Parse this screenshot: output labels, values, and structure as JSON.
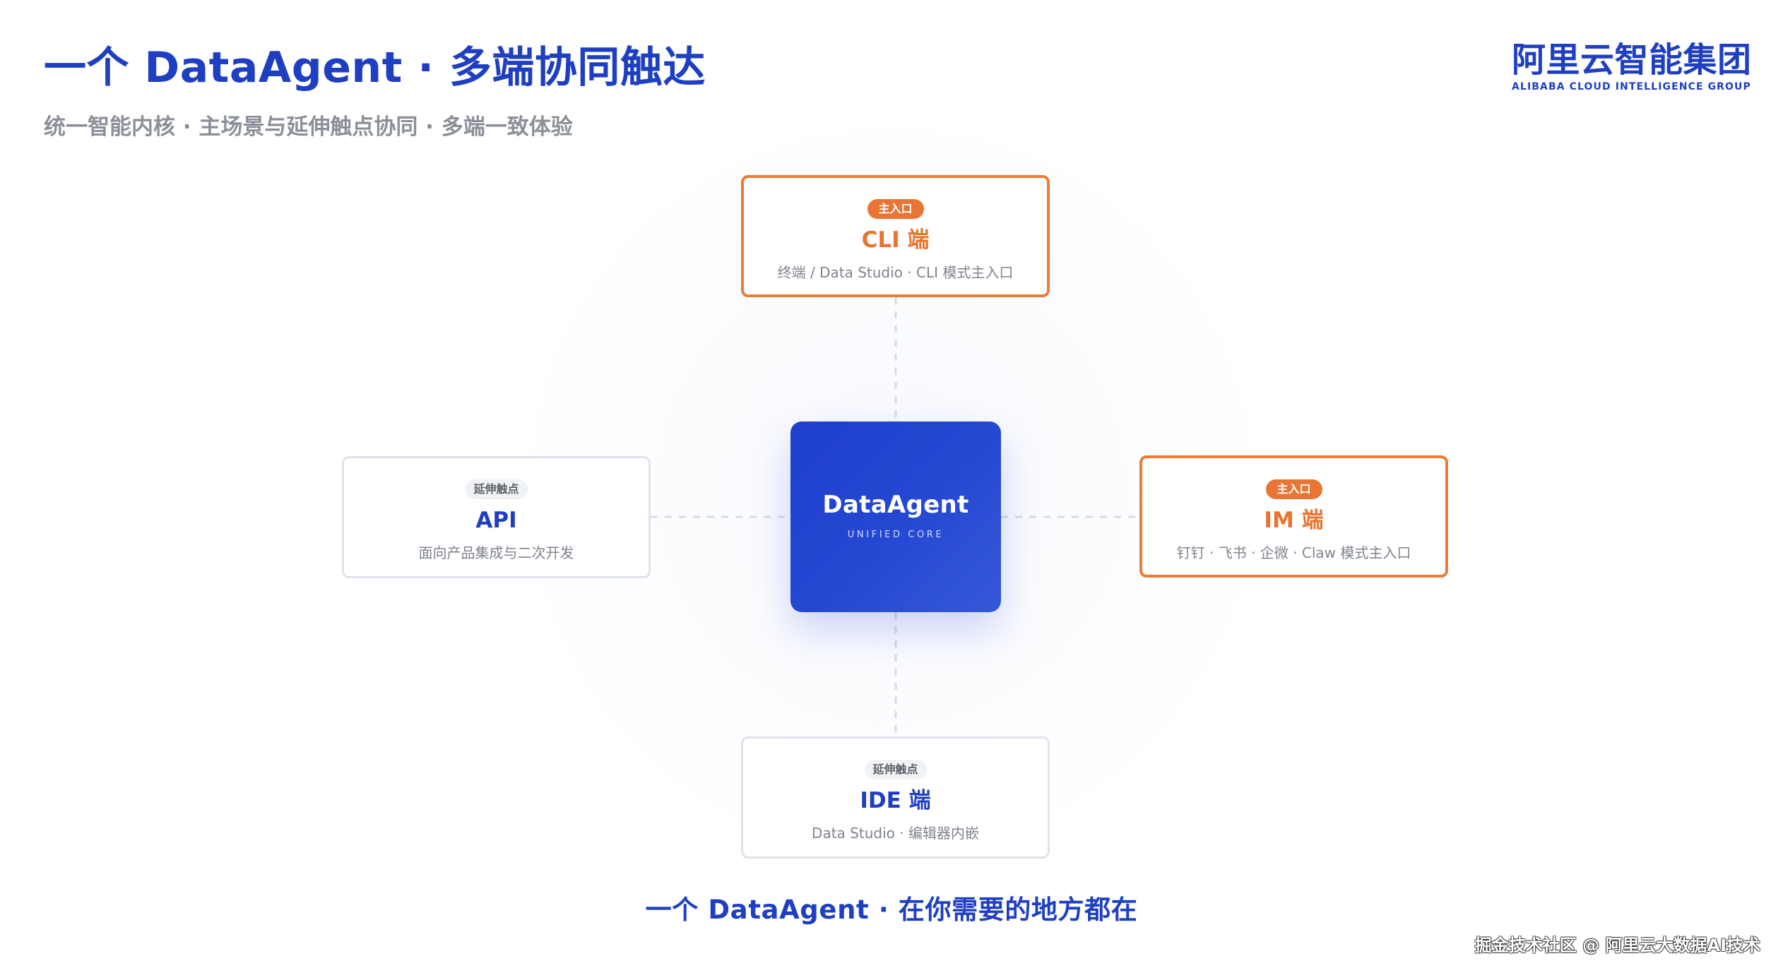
{
  "header": {
    "title": "一个 DataAgent · 多端协同触达",
    "subtitle": "统一智能内核 · 主场景与延伸触点协同 · 多端一致体验"
  },
  "brand": {
    "name_cn": "阿里云智能集团",
    "name_en": "ALIBABA CLOUD INTELLIGENCE GROUP"
  },
  "diagram": {
    "core": {
      "title": "DataAgent",
      "subtitle": "UNIFIED CORE"
    },
    "nodes": {
      "cli": {
        "badge": "主入口",
        "title": "CLI 端",
        "description": "终端 / Data Studio · CLI 模式主入口"
      },
      "api": {
        "badge": "延伸触点",
        "title": "API",
        "description": "面向产品集成与二次开发"
      },
      "im": {
        "badge": "主入口",
        "title": "IM 端",
        "description": "钉钉 · 飞书 · 企微 · Claw 模式主入口"
      },
      "ide": {
        "badge": "延伸触点",
        "title": "IDE 端",
        "description": "Data Studio · 编辑器内嵌"
      }
    }
  },
  "footer": {
    "slogan": "一个 DataAgent · 在你需要的地方都在",
    "watermark": "掘金技术社区 @ 阿里云大数据AI技术"
  },
  "colors": {
    "primary": "#1f3fc2",
    "accent": "#e8742f",
    "core_gradient_start": "#1d3fcb",
    "core_gradient_end": "#3558d8",
    "muted_text": "#8a8f99"
  }
}
